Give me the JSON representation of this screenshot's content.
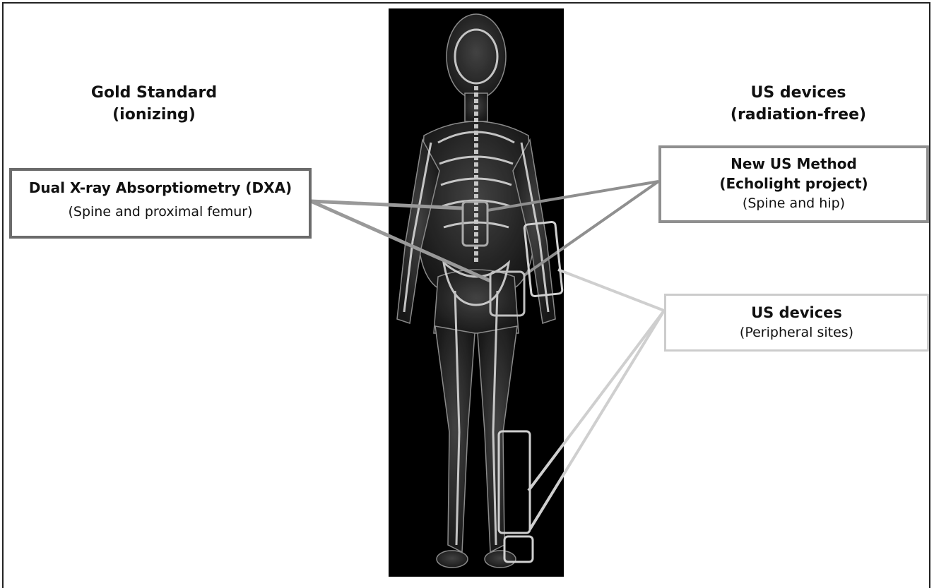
{
  "headings": {
    "gold_standard": [
      "Gold Standard",
      "(ionizing)"
    ],
    "us_devices": [
      "US devices",
      "(radiation-free)"
    ]
  },
  "boxes": {
    "dxa": {
      "title": "Dual X-ray Absorptiometry (DXA)",
      "subtitle": "(Spine and proximal femur)"
    },
    "new_us": {
      "title_line1": "New US Method",
      "title_line2": "(Echolight project)",
      "subtitle": "(Spine and hip)"
    },
    "us_peripheral": {
      "title": "US devices",
      "subtitle": "(Peripheral sites)"
    }
  },
  "colors": {
    "dxa_border": "#6b6b6b",
    "new_us_border": "#8f8f8f",
    "peripheral_border": "#cccccc",
    "body_background": "#000000",
    "bone": "#d9d9d9"
  }
}
